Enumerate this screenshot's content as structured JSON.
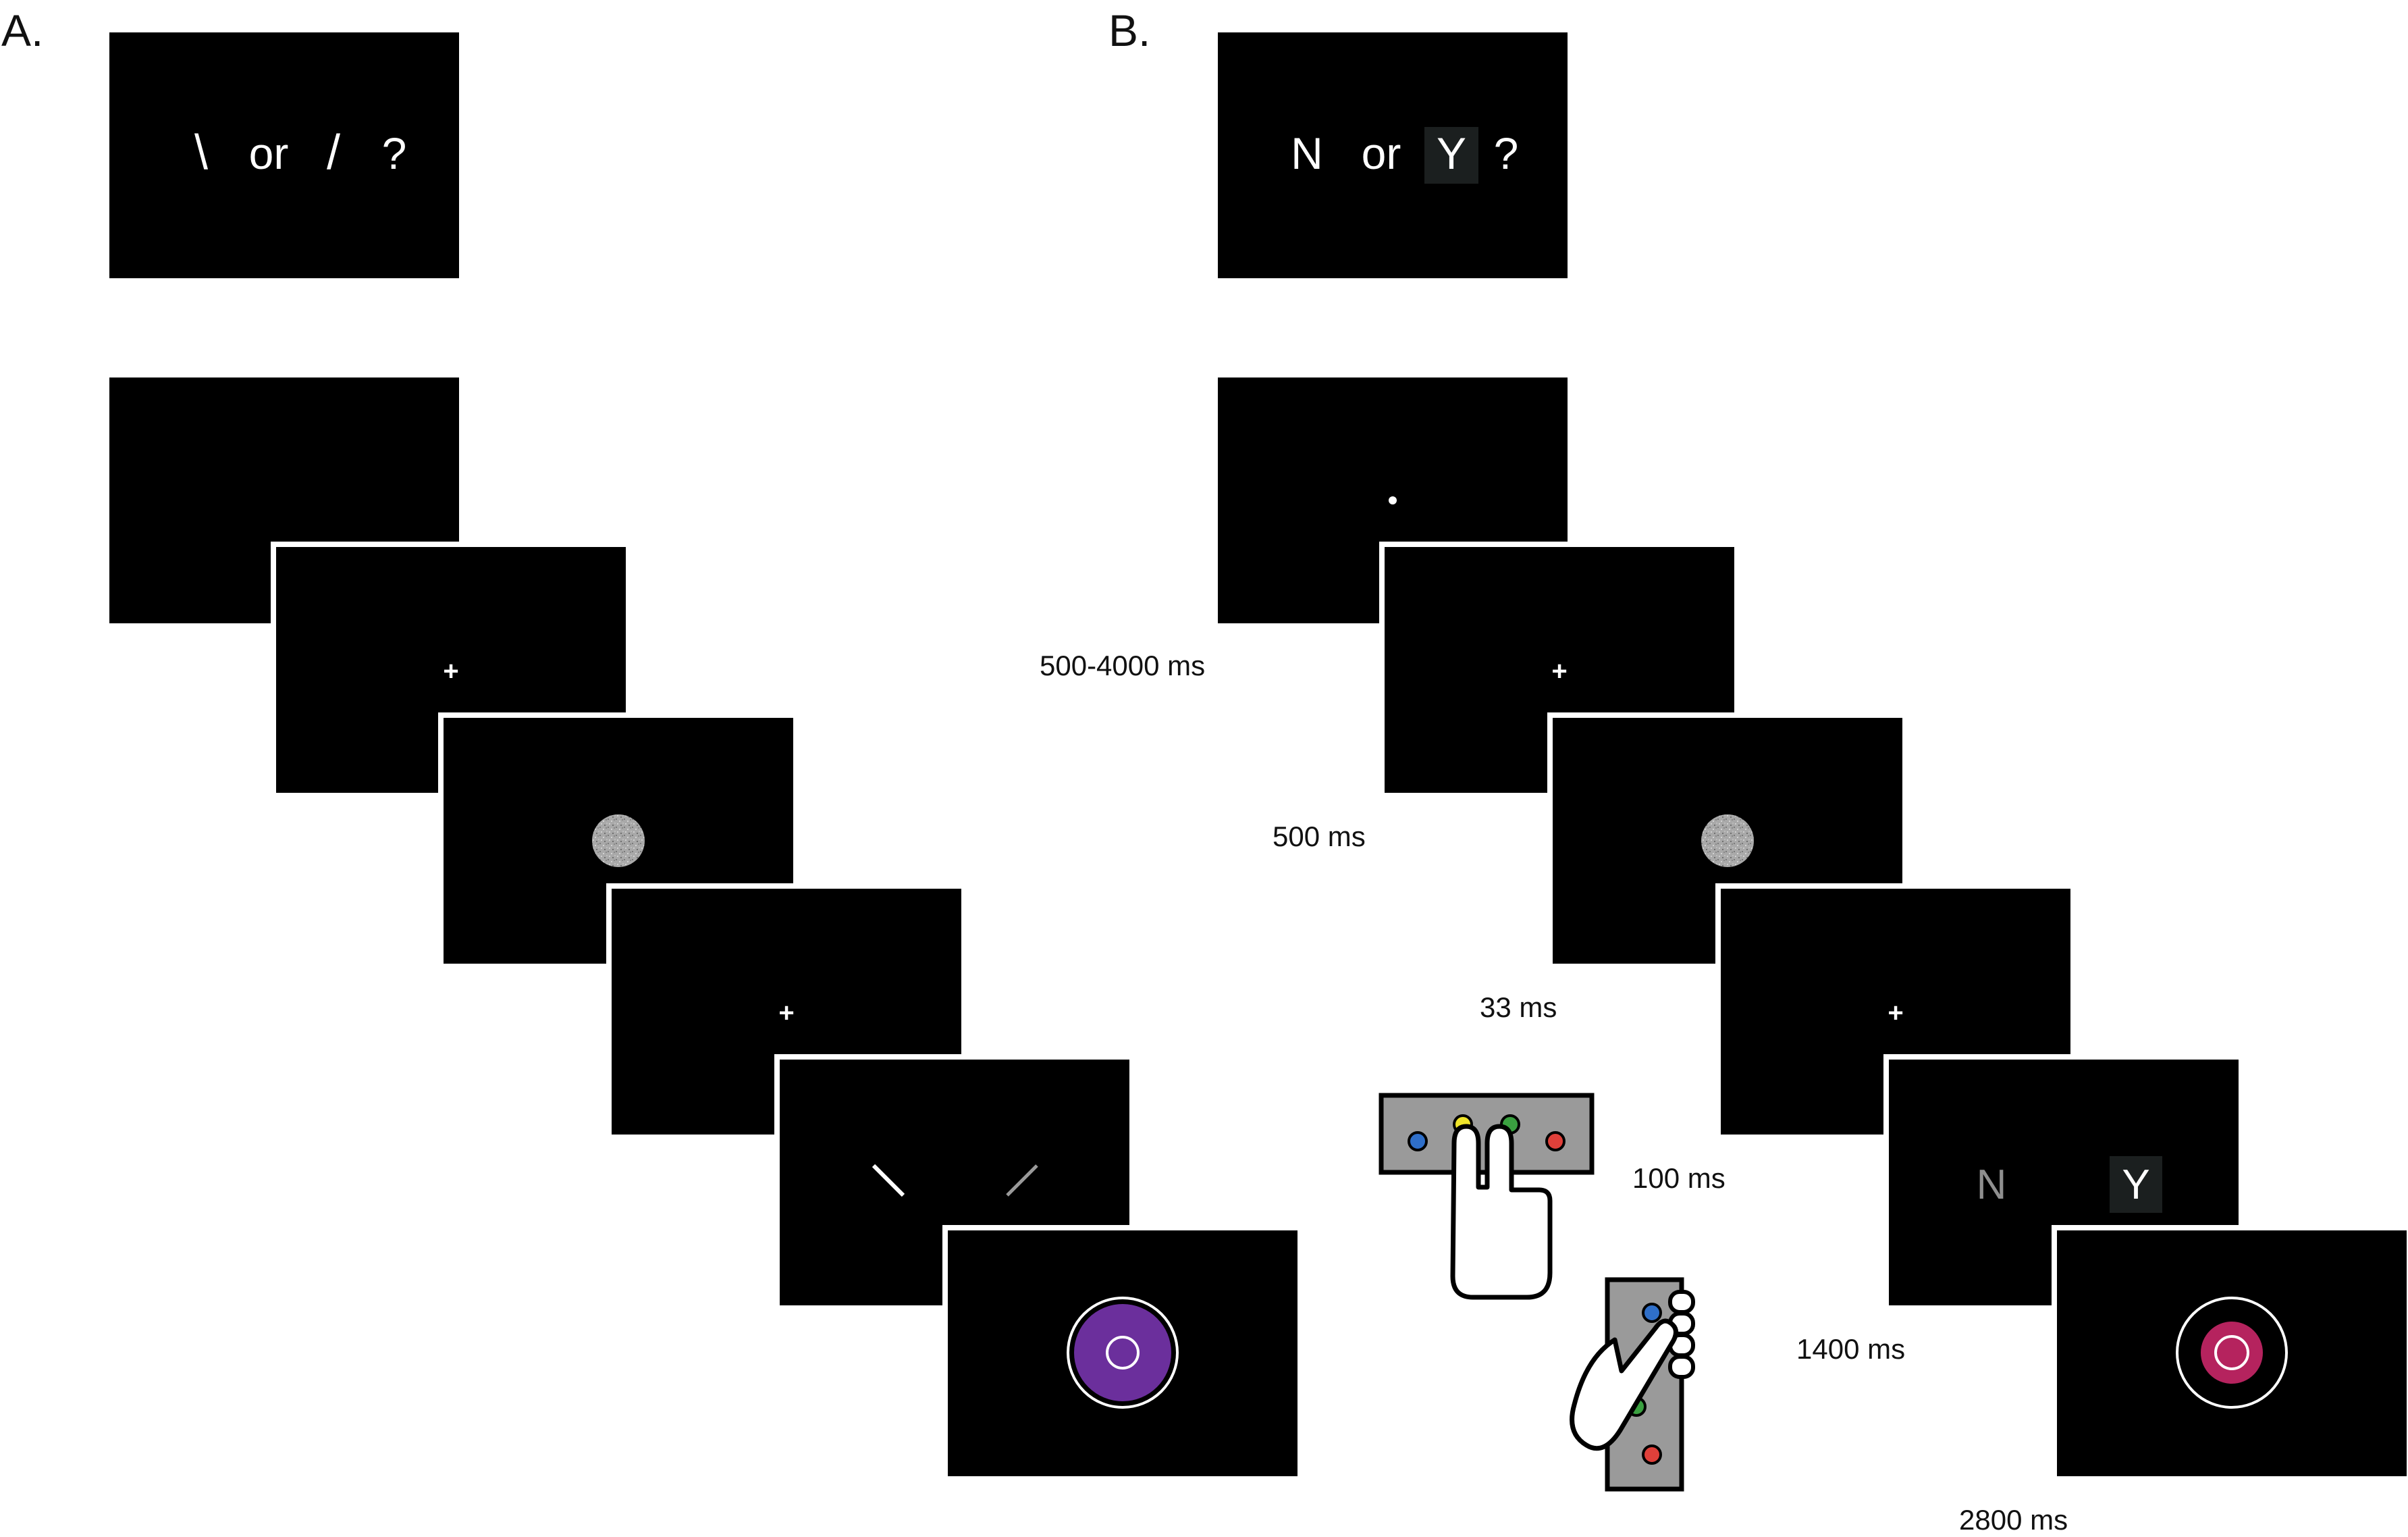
{
  "panels": {
    "a_label": "A.",
    "b_label": "B."
  },
  "panel_a": {
    "instruction": {
      "left_symbol": "\\",
      "or_text": "or",
      "right_symbol": "/",
      "question_mark": "?"
    },
    "fixation_symbol": "+",
    "response_symbols": {
      "left": "\\",
      "right": "/"
    }
  },
  "panel_b": {
    "instruction": {
      "left_letter": "N",
      "or_text": "or",
      "right_letter": "Y",
      "question_mark": "?"
    },
    "fixation_symbol": "+",
    "response_letters": {
      "left": "N",
      "right": "Y"
    }
  },
  "timings": {
    "t1": "500-4000 ms",
    "t2": "500 ms",
    "t3": "33 ms",
    "t4": "100 ms",
    "t5": "1400 ms",
    "t6": "2800 ms"
  },
  "colors": {
    "screen": "#000000",
    "screen_border": "#ffffff",
    "stimulus_gray": "#a9a9a9",
    "feedback_purple": "#6b2f9c",
    "feedback_magenta": "#b5235e",
    "button_box": "#9a9a9a",
    "button_blue": "#2f6fc9",
    "button_yellow": "#f0e52a",
    "button_green": "#3aa040",
    "button_red": "#e0403a"
  }
}
